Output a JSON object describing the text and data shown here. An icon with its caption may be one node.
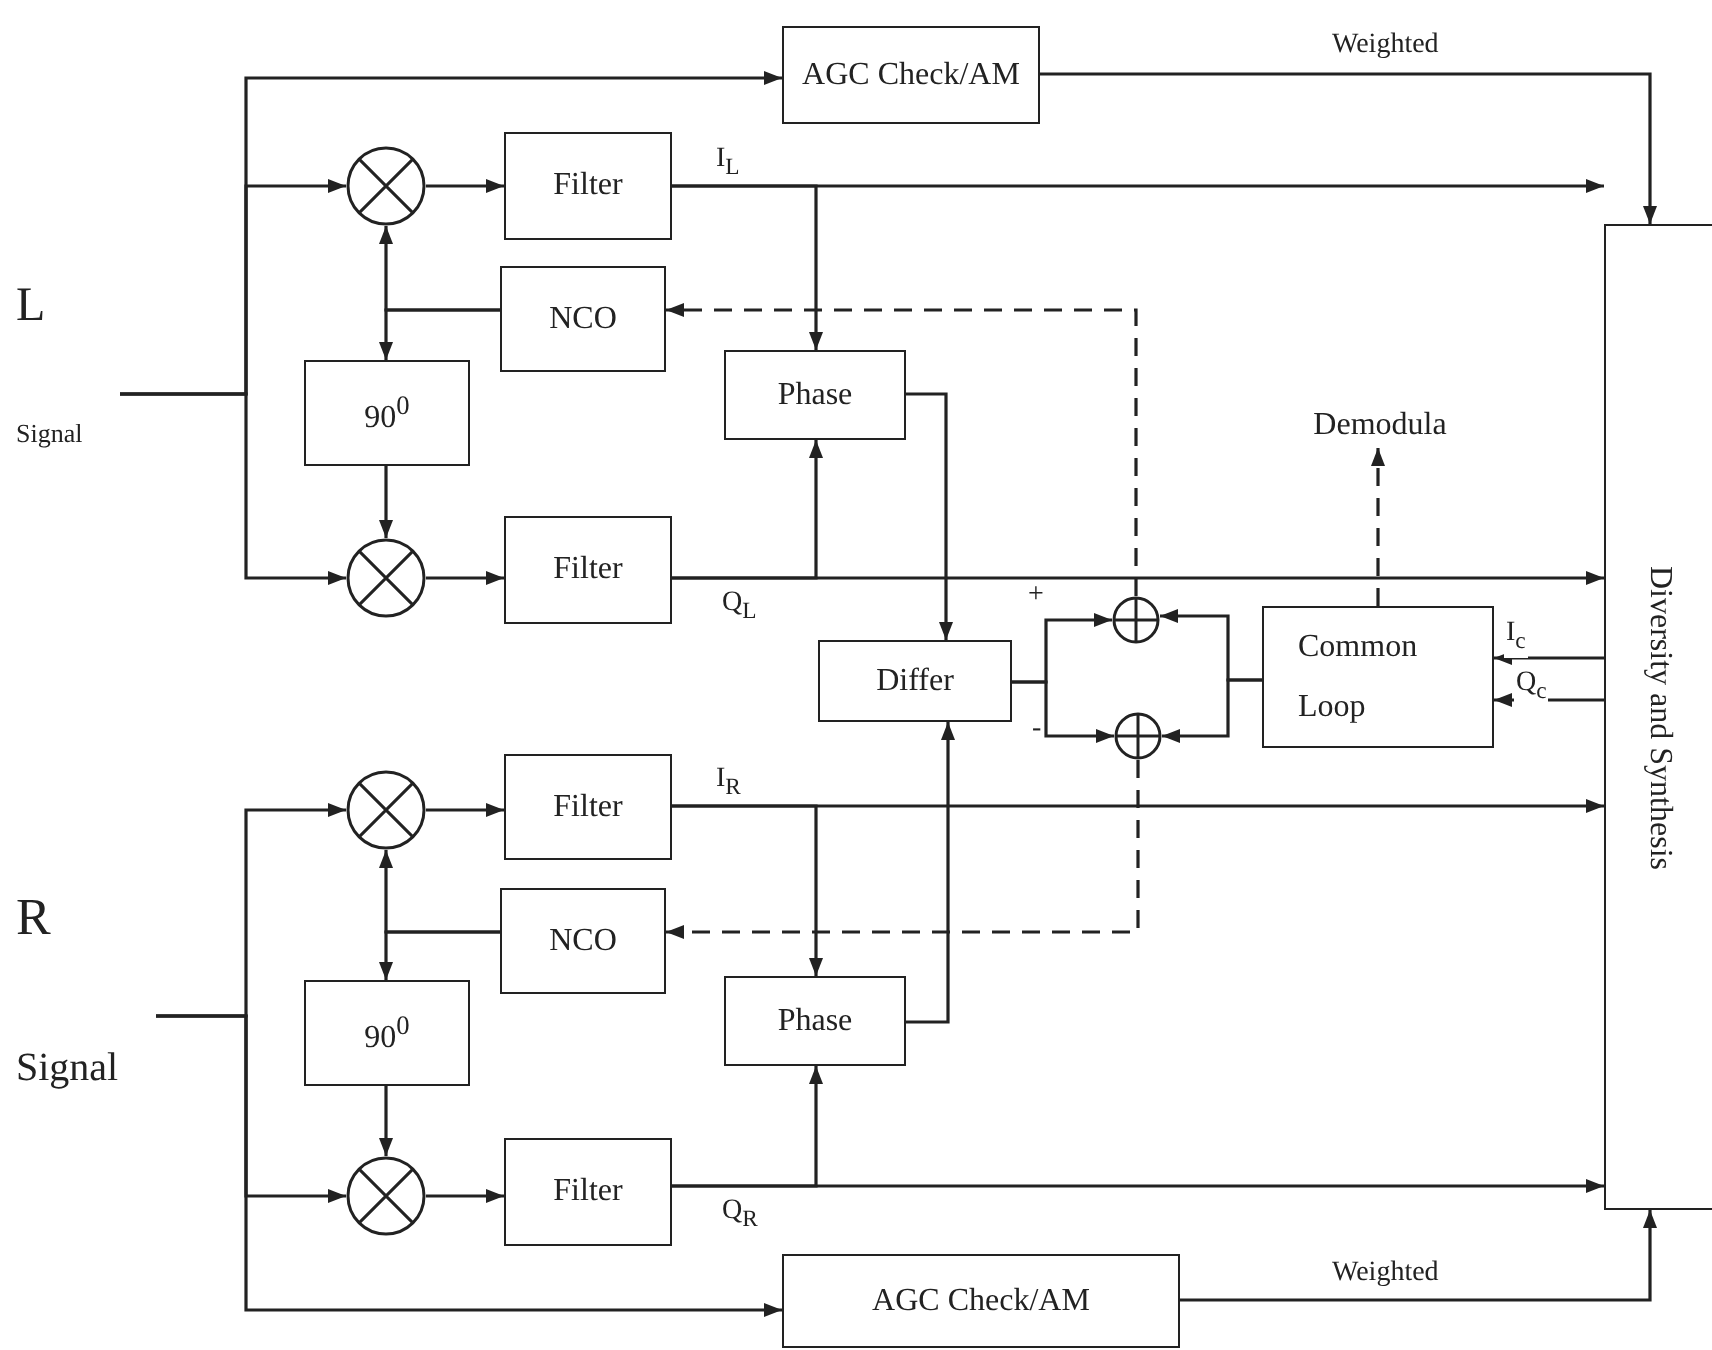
{
  "diagram": {
    "nodes": [
      {
        "text": [
          "L",
          "Signal"
        ]
      },
      {
        "text": [
          "AGC Check/AM"
        ]
      },
      {
        "text": [],
        "shape": "circle"
      },
      {
        "text": [
          "Filter"
        ]
      },
      {
        "text": [
          "NCO"
        ]
      },
      {
        "text": [
          "90$^{0}$"
        ]
      },
      {
        "text": [
          "Phase"
        ]
      },
      {
        "text": [],
        "shape": "circle"
      },
      {
        "text": [
          "Filter"
        ]
      },
      {
        "text": [
          "Differ"
        ]
      },
      {
        "text": [],
        "shape": "circle"
      },
      {
        "text": [],
        "shape": "circle"
      },
      {
        "text": [
          "Common Loop"
        ]
      },
      {
        "text": [
          "Diversity and Synthesis"
        ]
      },
      {
        "text": [
          "Demodula"
        ]
      },
      {
        "text": [
          "R",
          "Signal"
        ]
      },
      {
        "text": [],
        "shape": "circle"
      },
      {
        "text": [
          "Filter"
        ]
      },
      {
        "text": [
          "NCO"
        ]
      },
      {
        "text": [
          "90$^{0}$"
        ]
      },
      {
        "text": [
          "Phase"
        ]
      },
      {
        "text": [],
        "shape": "circle"
      },
      {
        "text": [
          "Filter"
        ]
      },
      {
        "text": [
          "AGC Check/AM"
        ]
      }
    ],
    "edges": [
      {
        "from": 0,
        "to": 1,
        "arrow": "to"
      },
      {
        "from": 0,
        "to": 2,
        "arrow": "to"
      },
      {
        "from": 0,
        "to": 7,
        "arrow": "to"
      },
      {
        "from": 2,
        "to": 3,
        "arrow": "to"
      },
      {
        "from": 4,
        "to": 2,
        "arrow": "to"
      },
      {
        "from": 4,
        "to": 5,
        "arrow": "to"
      },
      {
        "from": 5,
        "to": 7,
        "arrow": "to"
      },
      {
        "from": 7,
        "to": 8,
        "arrow": "to"
      },
      {
        "from": 3,
        "to": 13,
        "arrow": "to",
        "label": "I$_{L}$"
      },
      {
        "from": 3,
        "to": 6,
        "arrow": "to"
      },
      {
        "from": 8,
        "to": 13,
        "arrow": "to",
        "label": "Q$_{L}$"
      },
      {
        "from": 8,
        "to": 6,
        "arrow": "to"
      },
      {
        "from": 1,
        "to": 13,
        "arrow": "to",
        "label": "Weighted"
      },
      {
        "from": 6,
        "to": 9,
        "arrow": "to"
      },
      {
        "from": 9,
        "to": 10,
        "arrow": "to",
        "label": "+"
      },
      {
        "from": 9,
        "to": 11,
        "arrow": "to",
        "label": "-"
      },
      {
        "from": 12,
        "to": 10,
        "arrow": "to"
      },
      {
        "from": 12,
        "to": 11,
        "arrow": "to"
      },
      {
        "from": 10,
        "to": 4,
        "arrow": "to",
        "style": "dashed"
      },
      {
        "from": 11,
        "to": 18,
        "arrow": "to",
        "style": "dashed"
      },
      {
        "from": 12,
        "to": 14,
        "arrow": "to",
        "style": "dashed"
      },
      {
        "from": 13,
        "to": 12,
        "arrow": "to",
        "label": "I$_{c}$"
      },
      {
        "from": 13,
        "to": 12,
        "arrow": "to",
        "label": "Q$_{c}$"
      },
      {
        "from": 15,
        "to": 16,
        "arrow": "to"
      },
      {
        "from": 15,
        "to": 21,
        "arrow": "to"
      },
      {
        "from": 15,
        "to": 23,
        "arrow": "to"
      },
      {
        "from": 16,
        "to": 17,
        "arrow": "to"
      },
      {
        "from": 18,
        "to": 16,
        "arrow": "to"
      },
      {
        "from": 18,
        "to": 19,
        "arrow": "to"
      },
      {
        "from": 19,
        "to": 21,
        "arrow": "to"
      },
      {
        "from": 21,
        "to": 22,
        "arrow": "to"
      },
      {
        "from": 17,
        "to": 13,
        "arrow": "to",
        "label": "I$_{R}$"
      },
      {
        "from": 17,
        "to": 20,
        "arrow": "to"
      },
      {
        "from": 22,
        "to": 13,
        "arrow": "to",
        "label": "Q$_{R}$"
      },
      {
        "from": 22,
        "to": 20,
        "arrow": "to"
      },
      {
        "from": 20,
        "to": 9,
        "arrow": "to"
      },
      {
        "from": 23,
        "to": 13,
        "arrow": "to",
        "label": "Weighted"
      }
    ]
  }
}
